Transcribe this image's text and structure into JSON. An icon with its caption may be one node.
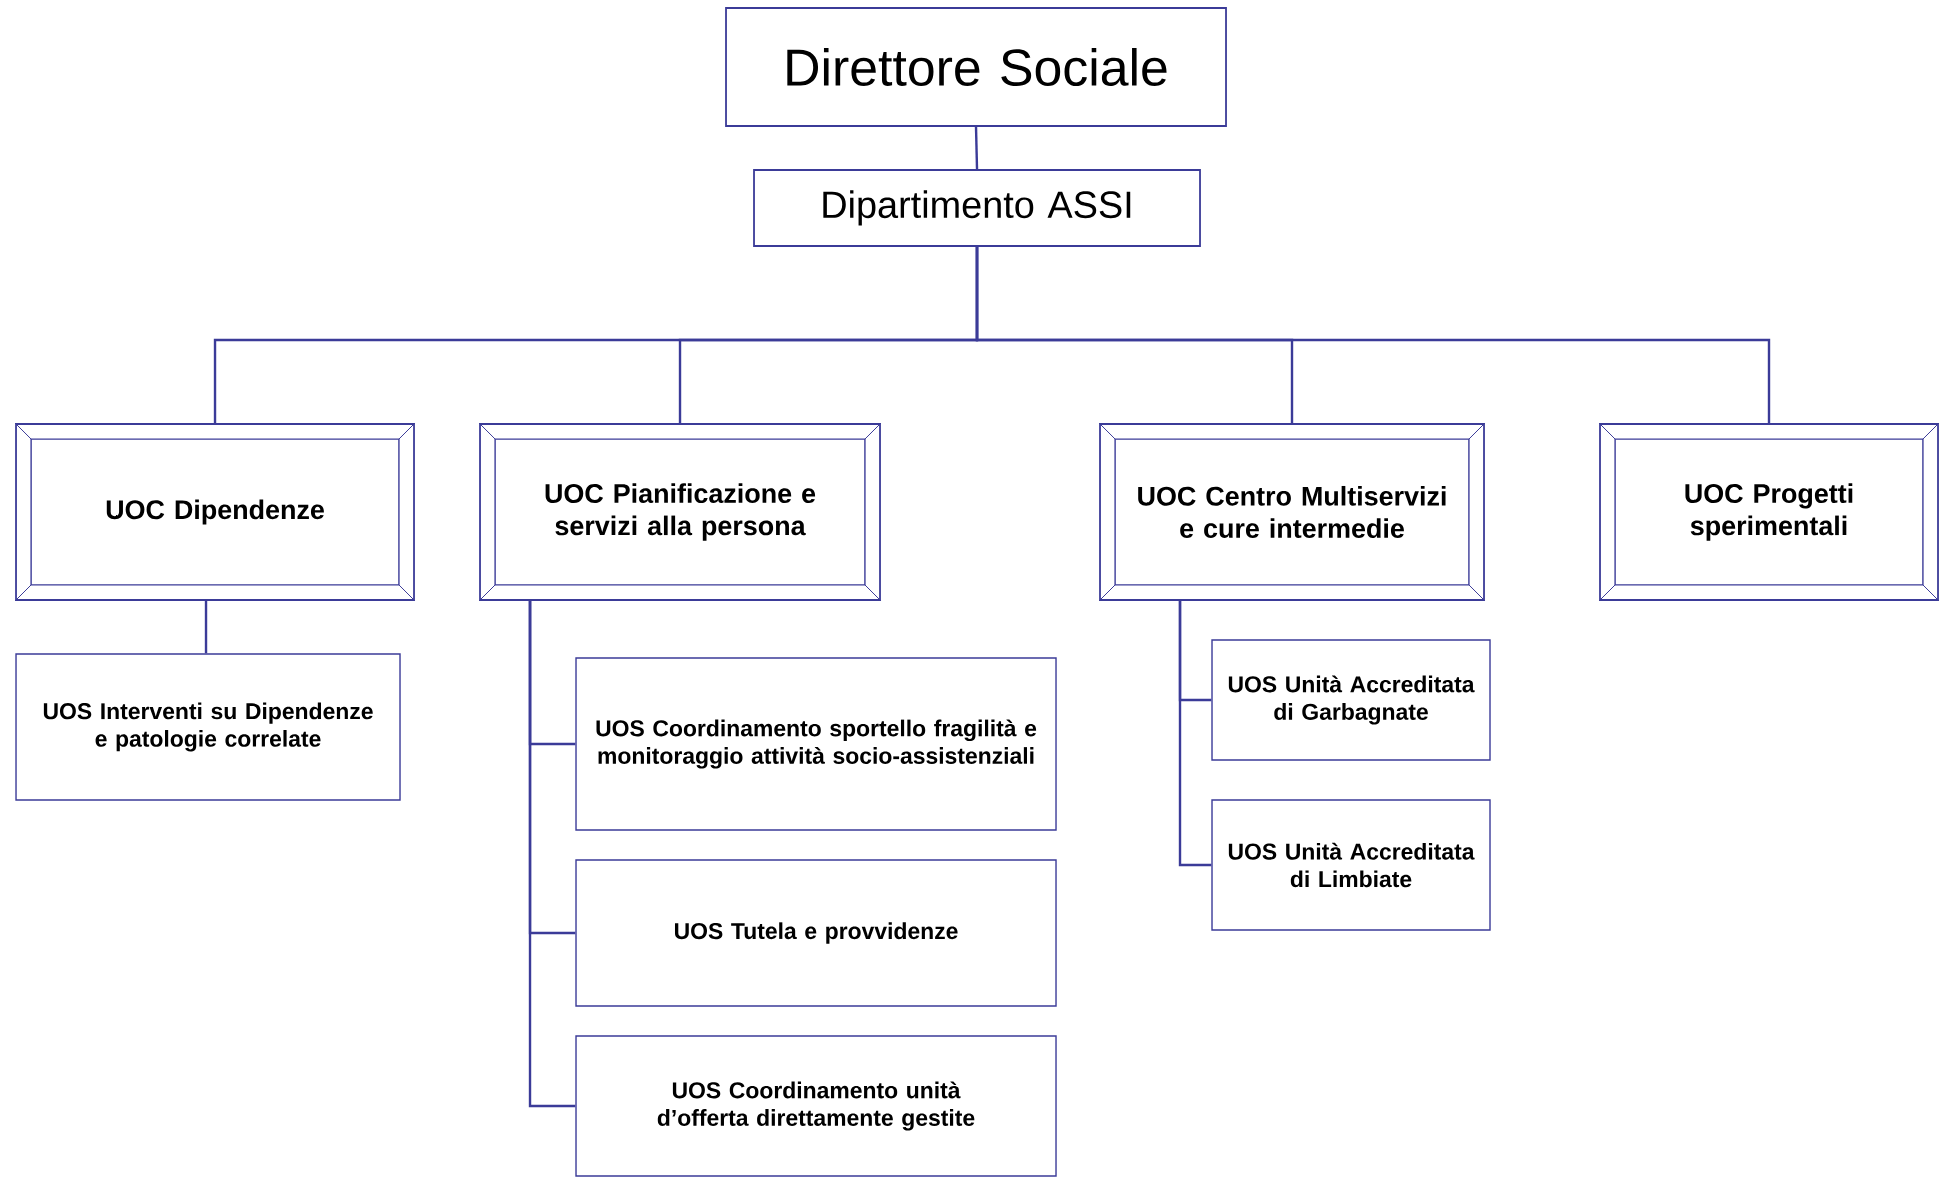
{
  "diagram": {
    "nodes": [
      {
        "text": [
          "Direttore Sociale"
        ]
      },
      {
        "text": [
          "Dipartimento ASSI"
        ]
      },
      {
        "text": [
          "UOC Dipendenze"
        ]
      },
      {
        "text": [
          "UOC Pianificazione e servizi alla persona"
        ]
      },
      {
        "text": [
          "UOC Centro Multiservizi e cure intermedie"
        ]
      },
      {
        "text": [
          "UOC Progetti sperimentali"
        ]
      },
      {
        "text": [
          "UOS Interventi su Dipendenze e patologie correlate"
        ]
      },
      {
        "text": [
          "UOS Coordinamento sportello fragilità e monitoraggio attività socio-assistenziali"
        ]
      },
      {
        "text": [
          "UOS Tutela e provvidenze"
        ]
      },
      {
        "text": [
          "UOS Coordinamento unità d’offerta direttamente gestite"
        ]
      },
      {
        "text": [
          "UOS Unità Accreditata di Garbagnate"
        ]
      },
      {
        "text": [
          "UOS Unità Accreditata di Limbiate"
        ]
      }
    ],
    "edges": [
      {
        "from": 0,
        "to": 1,
        "arrow": "none"
      },
      {
        "from": 1,
        "to": 2,
        "arrow": "none"
      },
      {
        "from": 1,
        "to": 3,
        "arrow": "none"
      },
      {
        "from": 1,
        "to": 4,
        "arrow": "none"
      },
      {
        "from": 1,
        "to": 5,
        "arrow": "none"
      },
      {
        "from": 2,
        "to": 6,
        "arrow": "none"
      },
      {
        "from": 3,
        "to": 7,
        "arrow": "none"
      },
      {
        "from": 3,
        "to": 8,
        "arrow": "none"
      },
      {
        "from": 3,
        "to": 9,
        "arrow": "none"
      },
      {
        "from": 4,
        "to": 10,
        "arrow": "none"
      },
      {
        "from": 4,
        "to": 11,
        "arrow": "none"
      }
    ]
  }
}
